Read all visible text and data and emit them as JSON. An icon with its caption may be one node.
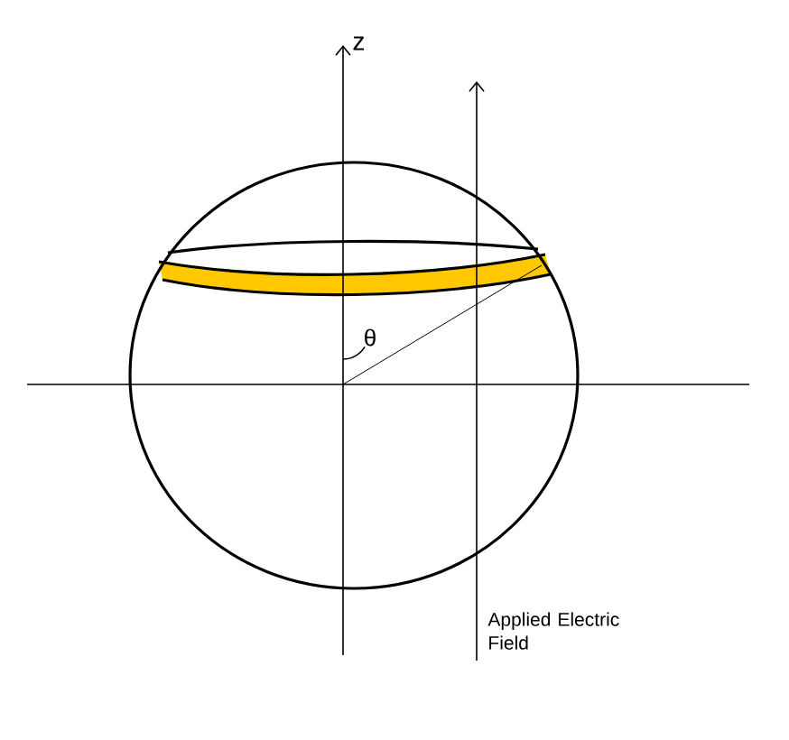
{
  "diagram": {
    "labels": [
      "z",
      "θ",
      "Applied Electric Field"
    ]
  }
}
